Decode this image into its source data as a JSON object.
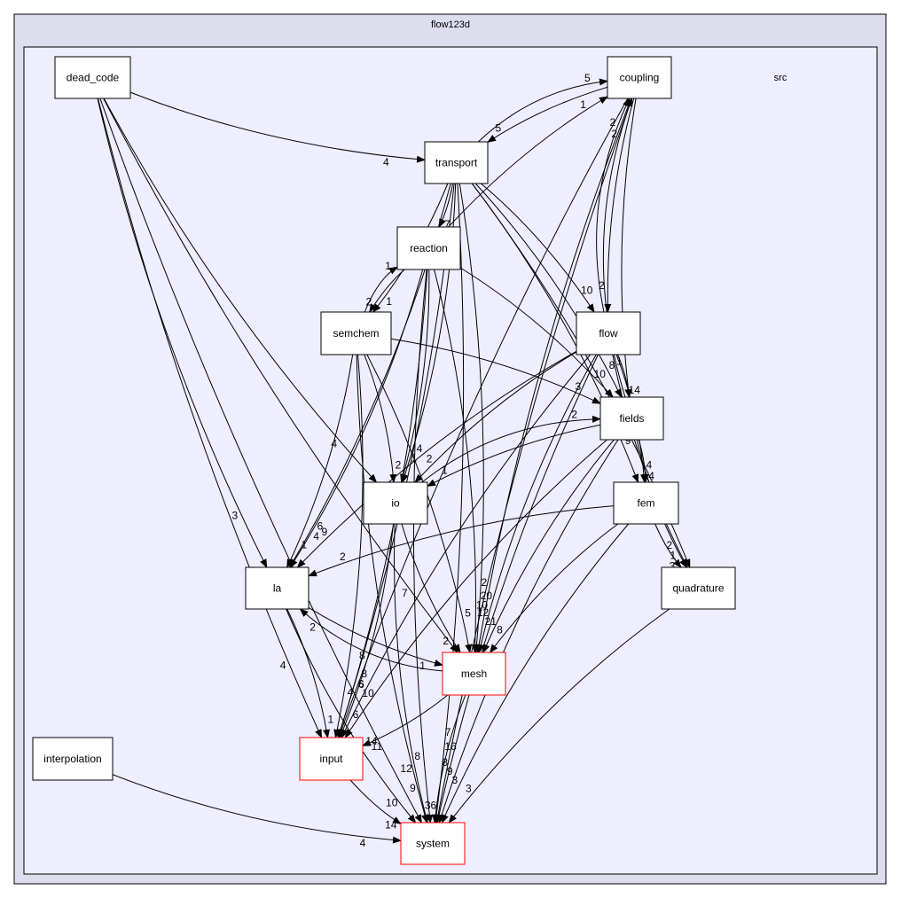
{
  "graph": {
    "outer_label": "flow123d",
    "inner_label": "src",
    "colors": {
      "outer_fill": "#ddddee",
      "inner_fill": "#eeeeff",
      "node_border": "#000000",
      "highlight_border": "#ff0000"
    },
    "nodes": [
      {
        "id": "dead_code",
        "label": "dead_code",
        "highlight": false
      },
      {
        "id": "coupling",
        "label": "coupling",
        "highlight": false
      },
      {
        "id": "transport",
        "label": "transport",
        "highlight": false
      },
      {
        "id": "reaction",
        "label": "reaction",
        "highlight": false
      },
      {
        "id": "semchem",
        "label": "semchem",
        "highlight": false
      },
      {
        "id": "flow",
        "label": "flow",
        "highlight": false
      },
      {
        "id": "fields",
        "label": "fields",
        "highlight": false
      },
      {
        "id": "io",
        "label": "io",
        "highlight": false
      },
      {
        "id": "fem",
        "label": "fem",
        "highlight": false
      },
      {
        "id": "la",
        "label": "la",
        "highlight": false
      },
      {
        "id": "quadrature",
        "label": "quadrature",
        "highlight": false
      },
      {
        "id": "mesh",
        "label": "mesh",
        "highlight": true
      },
      {
        "id": "interpolation",
        "label": "interpolation",
        "highlight": false
      },
      {
        "id": "input",
        "label": "input",
        "highlight": true
      },
      {
        "id": "system",
        "label": "system",
        "highlight": true
      }
    ],
    "edges": [
      {
        "from": "dead_code",
        "to": "transport",
        "label": "4"
      },
      {
        "from": "dead_code",
        "to": "la",
        "label": "3"
      },
      {
        "from": "dead_code",
        "to": "io",
        "label": "4"
      },
      {
        "from": "dead_code",
        "to": "mesh",
        "label": "7"
      },
      {
        "from": "dead_code",
        "to": "input",
        "label": "4"
      },
      {
        "from": "dead_code",
        "to": "system",
        "label": "14"
      },
      {
        "from": "coupling",
        "to": "transport",
        "label": "5"
      },
      {
        "from": "coupling",
        "to": "flow",
        "label": "2"
      },
      {
        "from": "coupling",
        "to": "fields",
        "label": "1"
      },
      {
        "from": "coupling",
        "to": "mesh",
        "label": "2"
      },
      {
        "from": "coupling",
        "to": "input",
        "label": "8"
      },
      {
        "from": "coupling",
        "to": "system",
        "label": "7"
      },
      {
        "from": "transport",
        "to": "coupling",
        "label": "5"
      },
      {
        "from": "transport",
        "to": "reaction",
        "label": "7"
      },
      {
        "from": "transport",
        "to": "semchem",
        "label": "1"
      },
      {
        "from": "transport",
        "to": "flow",
        "label": "10"
      },
      {
        "from": "transport",
        "to": "fields",
        "label": "8"
      },
      {
        "from": "transport",
        "to": "fem",
        "label": "9"
      },
      {
        "from": "transport",
        "to": "quadrature",
        "label": "2"
      },
      {
        "from": "transport",
        "to": "io",
        "label": "4"
      },
      {
        "from": "transport",
        "to": "la",
        "label": "6"
      },
      {
        "from": "transport",
        "to": "mesh",
        "label": "20"
      },
      {
        "from": "transport",
        "to": "input",
        "label": "8"
      },
      {
        "from": "transport",
        "to": "system",
        "label": "16"
      },
      {
        "from": "reaction",
        "to": "coupling",
        "label": "1"
      },
      {
        "from": "reaction",
        "to": "semchem",
        "label": "2"
      },
      {
        "from": "reaction",
        "to": "fields",
        "label": "10"
      },
      {
        "from": "reaction",
        "to": "io",
        "label": "1"
      },
      {
        "from": "reaction",
        "to": "la",
        "label": "4"
      },
      {
        "from": "reaction",
        "to": "mesh",
        "label": "10"
      },
      {
        "from": "reaction",
        "to": "input",
        "label": "6"
      },
      {
        "from": "reaction",
        "to": "system",
        "label": "8"
      },
      {
        "from": "semchem",
        "to": "reaction",
        "label": "1"
      },
      {
        "from": "semchem",
        "to": "fields",
        "label": "3"
      },
      {
        "from": "semchem",
        "to": "io",
        "label": "2"
      },
      {
        "from": "semchem",
        "to": "la",
        "label": "1"
      },
      {
        "from": "semchem",
        "to": "mesh",
        "label": "5"
      },
      {
        "from": "semchem",
        "to": "input",
        "label": "4"
      },
      {
        "from": "semchem",
        "to": "system",
        "label": "12"
      },
      {
        "from": "flow",
        "to": "coupling",
        "label": "2"
      },
      {
        "from": "flow",
        "to": "fields",
        "label": "14"
      },
      {
        "from": "flow",
        "to": "fem",
        "label": "4"
      },
      {
        "from": "flow",
        "to": "quadrature",
        "label": "2"
      },
      {
        "from": "flow",
        "to": "io",
        "label": "2"
      },
      {
        "from": "flow",
        "to": "la",
        "label": "9"
      },
      {
        "from": "flow",
        "to": "mesh",
        "label": "12"
      },
      {
        "from": "flow",
        "to": "input",
        "label": "6"
      },
      {
        "from": "flow",
        "to": "system",
        "label": "8"
      },
      {
        "from": "fields",
        "to": "coupling",
        "label": "2"
      },
      {
        "from": "fields",
        "to": "fem",
        "label": "4"
      },
      {
        "from": "fields",
        "to": "quadrature",
        "label": "1"
      },
      {
        "from": "fields",
        "to": "io",
        "label": "1"
      },
      {
        "from": "fields",
        "to": "mesh",
        "label": "21"
      },
      {
        "from": "fields",
        "to": "input",
        "label": "10"
      },
      {
        "from": "fields",
        "to": "system",
        "label": "9"
      },
      {
        "from": "io",
        "to": "fields",
        "label": "2"
      },
      {
        "from": "io",
        "to": "mesh",
        "label": "2"
      },
      {
        "from": "io",
        "to": "input",
        "label": "6"
      },
      {
        "from": "io",
        "to": "system",
        "label": "9"
      },
      {
        "from": "fem",
        "to": "la",
        "label": "2"
      },
      {
        "from": "fem",
        "to": "quadrature",
        "label": "3"
      },
      {
        "from": "fem",
        "to": "mesh",
        "label": "8"
      },
      {
        "from": "fem",
        "to": "system",
        "label": "3"
      },
      {
        "from": "la",
        "to": "mesh",
        "label": "1"
      },
      {
        "from": "la",
        "to": "input",
        "label": "1"
      },
      {
        "from": "la",
        "to": "system",
        "label": "10"
      },
      {
        "from": "mesh",
        "to": "la",
        "label": "2"
      },
      {
        "from": "mesh",
        "to": "input",
        "label": "11"
      },
      {
        "from": "mesh",
        "to": "system",
        "label": "36"
      },
      {
        "from": "quadrature",
        "to": "system",
        "label": "3"
      },
      {
        "from": "input",
        "to": "system",
        "label": "14"
      },
      {
        "from": "interpolation",
        "to": "system",
        "label": "4"
      }
    ]
  }
}
